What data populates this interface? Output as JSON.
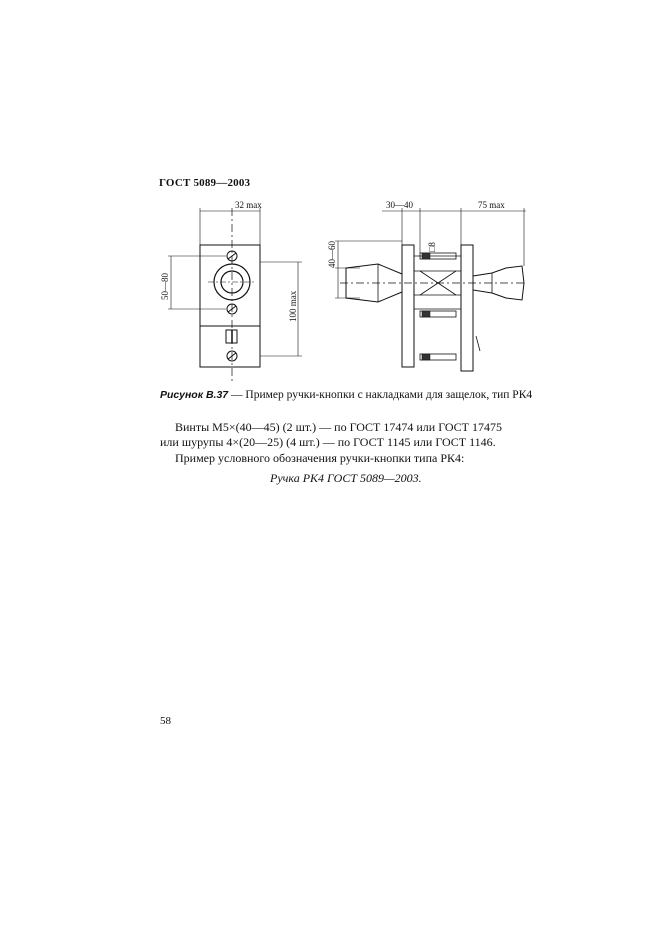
{
  "header": {
    "standard": "ГОСТ 5089—2003"
  },
  "figure": {
    "dims": {
      "left_width": "32 max",
      "left_height": "100 max",
      "left_spacing": "50—80",
      "right_top_left": "30—40",
      "right_top_right": "75 max",
      "right_height": "40—60",
      "square": "□8"
    },
    "caption_label": "Рисунок В.37",
    "caption_text": " — Пример ручки-кнопки с накладками для защелок, тип РК4"
  },
  "text": {
    "line1": "Винты М5×(40—45) (2 шт.) — по ГОСТ 17474 или ГОСТ 17475",
    "line2": "или шурупы 4×(20—25) (4 шт.) — по ГОСТ 1145 или ГОСТ 1146.",
    "line3": "Пример условного обозначения ручки-кнопки типа РК4:",
    "designation": "Ручка РК4 ГОСТ 5089—2003."
  },
  "page_number": "58"
}
